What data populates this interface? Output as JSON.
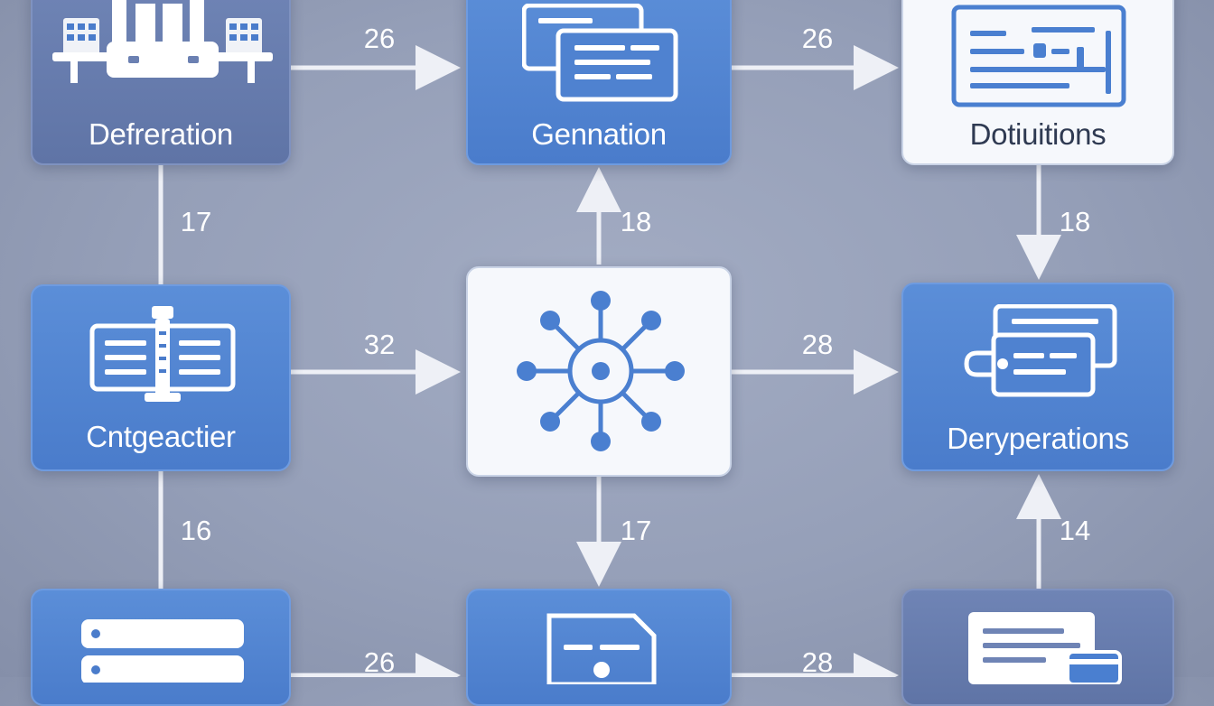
{
  "nodes": {
    "defreration": "Defreration",
    "gennation": "Gennation",
    "dotiuitions": "Dotiuitions",
    "cntgeactier": "Cntgeactier",
    "center": "",
    "deryperations": "Deryperations"
  },
  "edges": {
    "top_left_mid": "26",
    "top_mid_right": "26",
    "left_vertical_upper": "17",
    "center_up": "18",
    "right_vertical_upper": "18",
    "mid_left_center": "32",
    "center_mid_right": "28",
    "left_vertical_lower": "16",
    "center_down": "17",
    "right_vertical_lower": "14",
    "bottom_left_mid": "26",
    "bottom_mid_right": "28"
  },
  "colors": {
    "node_blue": "#4a7ccb",
    "node_slate": "#5f74a6",
    "node_white": "#f6f8fc",
    "icon_blue": "#4a7fd0",
    "connector": "#eef0f6"
  },
  "icons": {
    "defreration": "server-rack-icon",
    "gennation": "documents-icon",
    "dotiuitions": "form-document-icon",
    "cntgeactier": "config-panel-icon",
    "center": "hub-network-icon",
    "deryperations": "connected-cards-icon",
    "bottom_left": "server-stack-icon",
    "bottom_mid": "locked-document-icon",
    "bottom_right": "document-card-icon"
  }
}
